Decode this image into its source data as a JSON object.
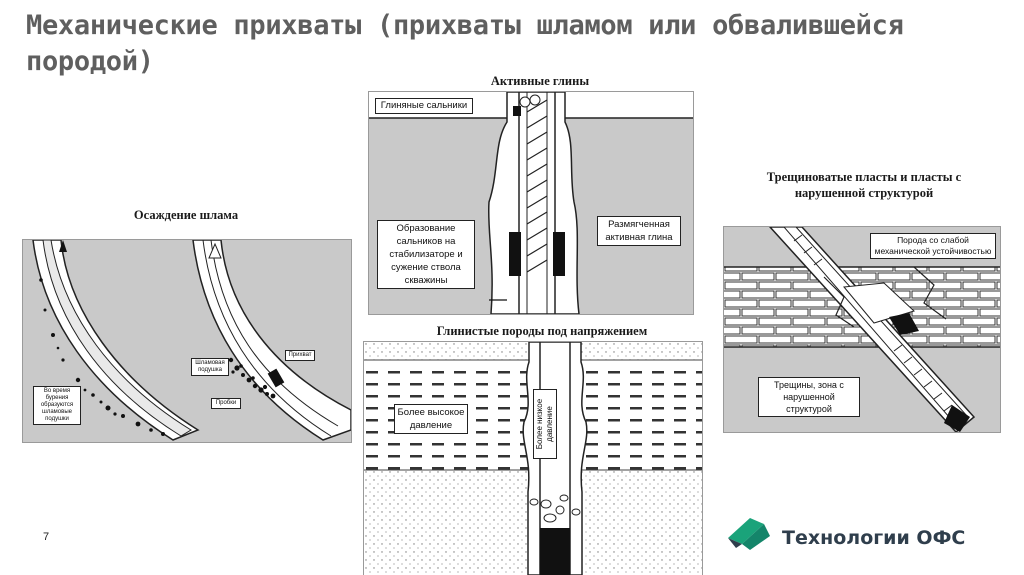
{
  "slide": {
    "title": "Механические прихваты (прихваты шламом или обвалившейся породой)",
    "page_number": "7"
  },
  "brand": {
    "name": "Технологии ОФС",
    "logo_icon": "ofs-logo-icon",
    "green": "#1aa37a",
    "dark": "#2f3e4c"
  },
  "panels": {
    "cuttings": {
      "caption": "Осаждение шлама",
      "labels": {
        "left_note": "Во время бурения образуются шламовые подушки",
        "cuttings_bed": "Шламовая подушка",
        "stuck": "Прихват",
        "plugs": "Пробки"
      }
    },
    "clays": {
      "caption": "Активные глины",
      "labels": {
        "balling": "Глиняные сальники",
        "stabilizer": "Образование сальников на стабилизаторе и сужение ствола скважины",
        "softened": "Размягченная активная глина"
      }
    },
    "stressed": {
      "caption": "Глинистые породы под напряжением",
      "labels": {
        "high_pressure": "Более высокое давление",
        "low_pressure": "Более низкое давление"
      }
    },
    "fractured": {
      "caption": "Трещиноватые пласты и пласты с нарушенной структурой",
      "labels": {
        "weak_rock": "Порода со слабой механической устойчивостью",
        "cracks": "Трещины, зона с нарушенной структурой"
      }
    }
  }
}
